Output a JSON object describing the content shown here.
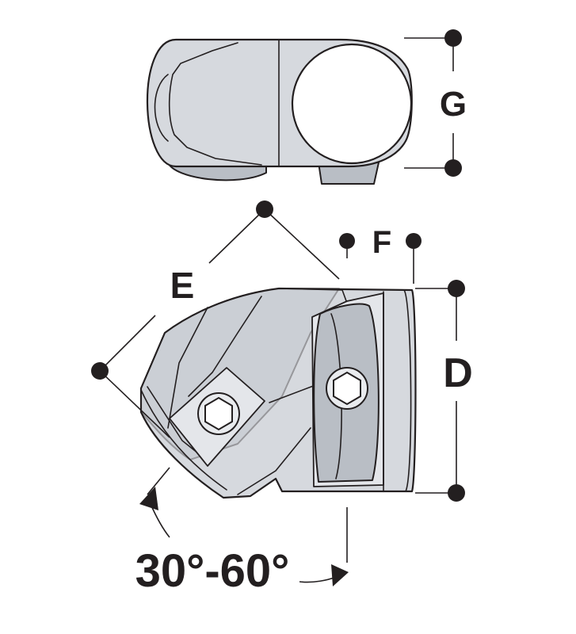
{
  "dimensions": {
    "g_label": "G",
    "f_label": "F",
    "e_label": "E",
    "d_label": "D"
  },
  "angle_range_label": "30°-60°",
  "colors": {
    "metal": "#d6d9de",
    "metal_shadow": "#b9bec5",
    "line": "#231f20"
  }
}
